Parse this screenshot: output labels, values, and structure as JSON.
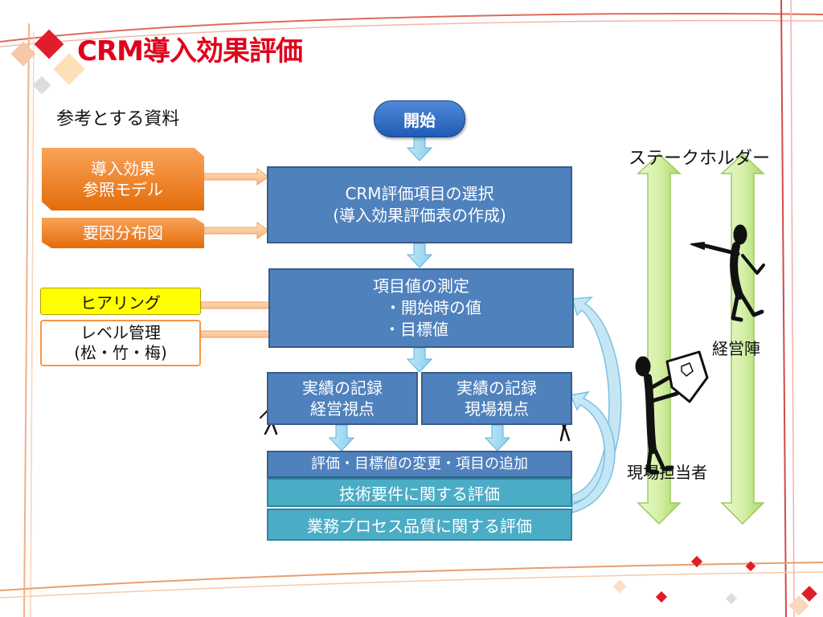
{
  "title": "CRM導入効果評価",
  "subtitle": "参考とする資料",
  "start_label": "開始",
  "references": {
    "model_line1": "導入効果",
    "model_line2": "参照モデル",
    "factor_map": "要因分布図",
    "hearing": "ヒアリング",
    "level_line1": "レベル管理",
    "level_line2": "(松・竹・梅)"
  },
  "flow": {
    "select_line1": "CRM評価項目の選択",
    "select_line2": "(導入効果評価表の作成)",
    "measure_title": "項目値の測定",
    "measure_item1": "・開始時の値",
    "measure_item2": "・目標値",
    "record_mgmt_line1": "実績の記録",
    "record_mgmt_line2": "経営視点",
    "record_field_line1": "実績の記録",
    "record_field_line2": "現場視点",
    "change": "評価・目標値の変更・項目の追加",
    "tech_eval": "技術要件に関する評価",
    "process_eval": "業務プロセス品質に関する評価"
  },
  "stakeholders": {
    "heading": "ステークホルダー",
    "management": "経営陣",
    "field_staff": "現場担当者"
  },
  "colors": {
    "title_red": "#e0001b",
    "box_blue": "#4f81bd",
    "box_teal": "#4bacc6",
    "orange": "#e46c0a",
    "yellow": "#ffff00",
    "arrow_green": "#c6e88a"
  }
}
